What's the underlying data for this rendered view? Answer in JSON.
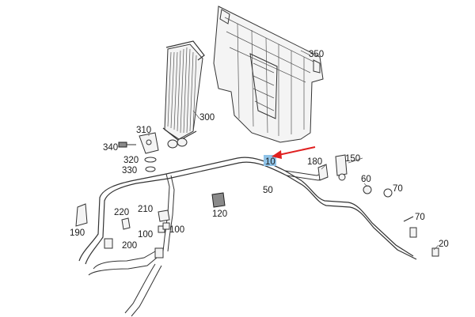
{
  "callouts": {
    "p350": "350",
    "p300": "300",
    "p310": "310",
    "p340": "340",
    "p320": "320",
    "p330": "330",
    "p10": "10",
    "p180": "180",
    "p150": "150",
    "p50": "50",
    "p60": "60",
    "p70a": "70",
    "p70b": "70",
    "p20": "20",
    "p220": "220",
    "p210": "210",
    "p120": "120",
    "p100a": "100",
    "p100b": "100",
    "p190": "190",
    "p200": "200"
  },
  "colors": {
    "highlight": "#8fc3e8",
    "arrow": "#e02020",
    "line": "#333333"
  }
}
